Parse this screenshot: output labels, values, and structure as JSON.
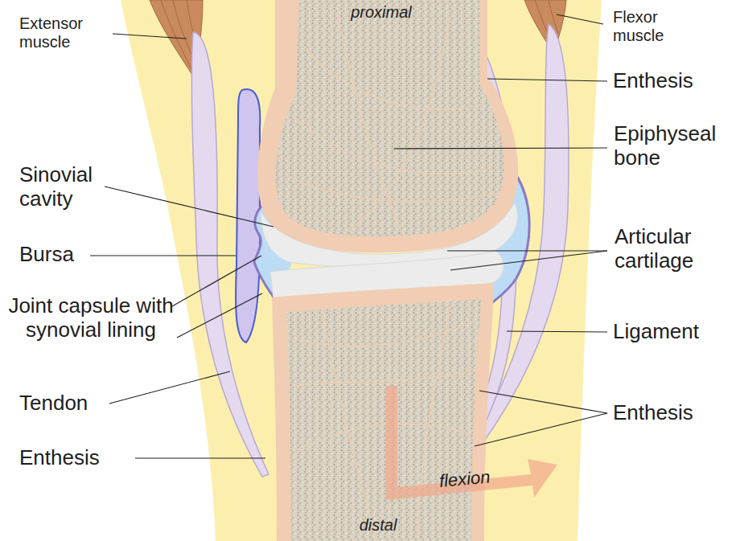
{
  "diagram": {
    "labels": [
      "proximal",
      "Extensor muscle",
      "Flexor muscle",
      "Enthesis",
      "Epiphyseal bone",
      "Sinovial cavity",
      "Articular cartilage",
      "Bursa",
      "Joint capsule with synovial lining",
      "Ligament",
      "Tendon",
      "Enthesis",
      "Enthesis",
      "flexion",
      "distal"
    ]
  }
}
